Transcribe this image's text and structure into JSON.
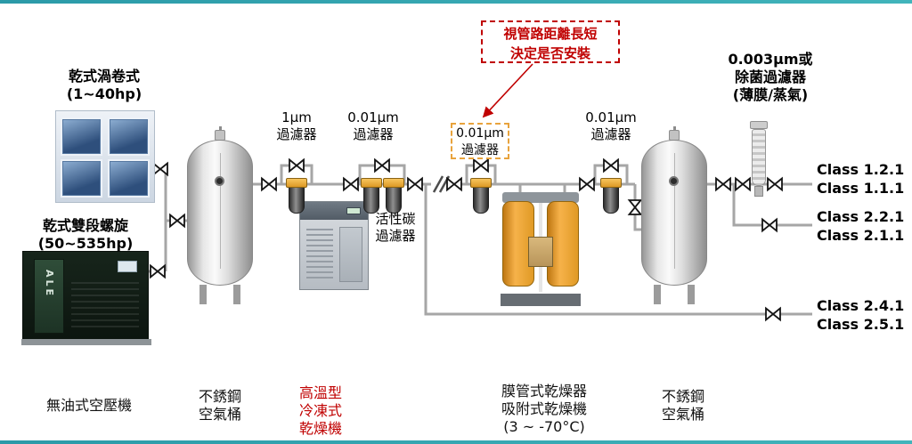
{
  "callout": [
    "視管路距離長短",
    "決定是否安裝"
  ],
  "compressors": {
    "scroll_name": "乾式渦卷式",
    "scroll_power": "(1~40hp)",
    "screw_name": "乾式雙段螺旋",
    "screw_power": "(50~535hp)",
    "screw_badge": "ALE",
    "caption": "無油式空壓機"
  },
  "captions": {
    "tank1": [
      "不銹鋼",
      "空氣桶"
    ],
    "refrigerated_dryer": [
      "高溫型",
      "冷凍式",
      "乾燥機"
    ],
    "desiccant_dryer": [
      "膜管式乾燥器",
      "吸附式乾燥機",
      "(3 ~ -70°C)"
    ],
    "tank2": [
      "不銹鋼",
      "空氣桶"
    ]
  },
  "filter_labels": {
    "f_1um": [
      "1μm",
      "過濾器"
    ],
    "f_001um": [
      "0.01μm",
      "過濾器"
    ],
    "carbon": [
      "活性碳",
      "過濾器"
    ],
    "f_001um_optional": [
      "0.01μm",
      "過濾器"
    ],
    "f_001um_final": [
      "0.01μm",
      "過濾器"
    ],
    "sterile": [
      "0.003μm或",
      "除菌過濾器",
      "(薄膜/蒸氣)"
    ]
  },
  "outputs": {
    "group1": [
      "Class 1.2.1",
      "Class 1.1.1"
    ],
    "group2": [
      "Class 2.2.1",
      "Class 2.1.1"
    ],
    "group3": [
      "Class 2.4.1",
      "Class 2.5.1"
    ]
  },
  "colors": {
    "callout_red": "#C00000",
    "optional_box_orange": "#E8A33D",
    "slide_border_teal": "#2FA8B5",
    "pipe_gray": "#A6A6A6",
    "filter_head_yellow": "#E8A33D",
    "desiccant_orange": "#F0A13A"
  }
}
